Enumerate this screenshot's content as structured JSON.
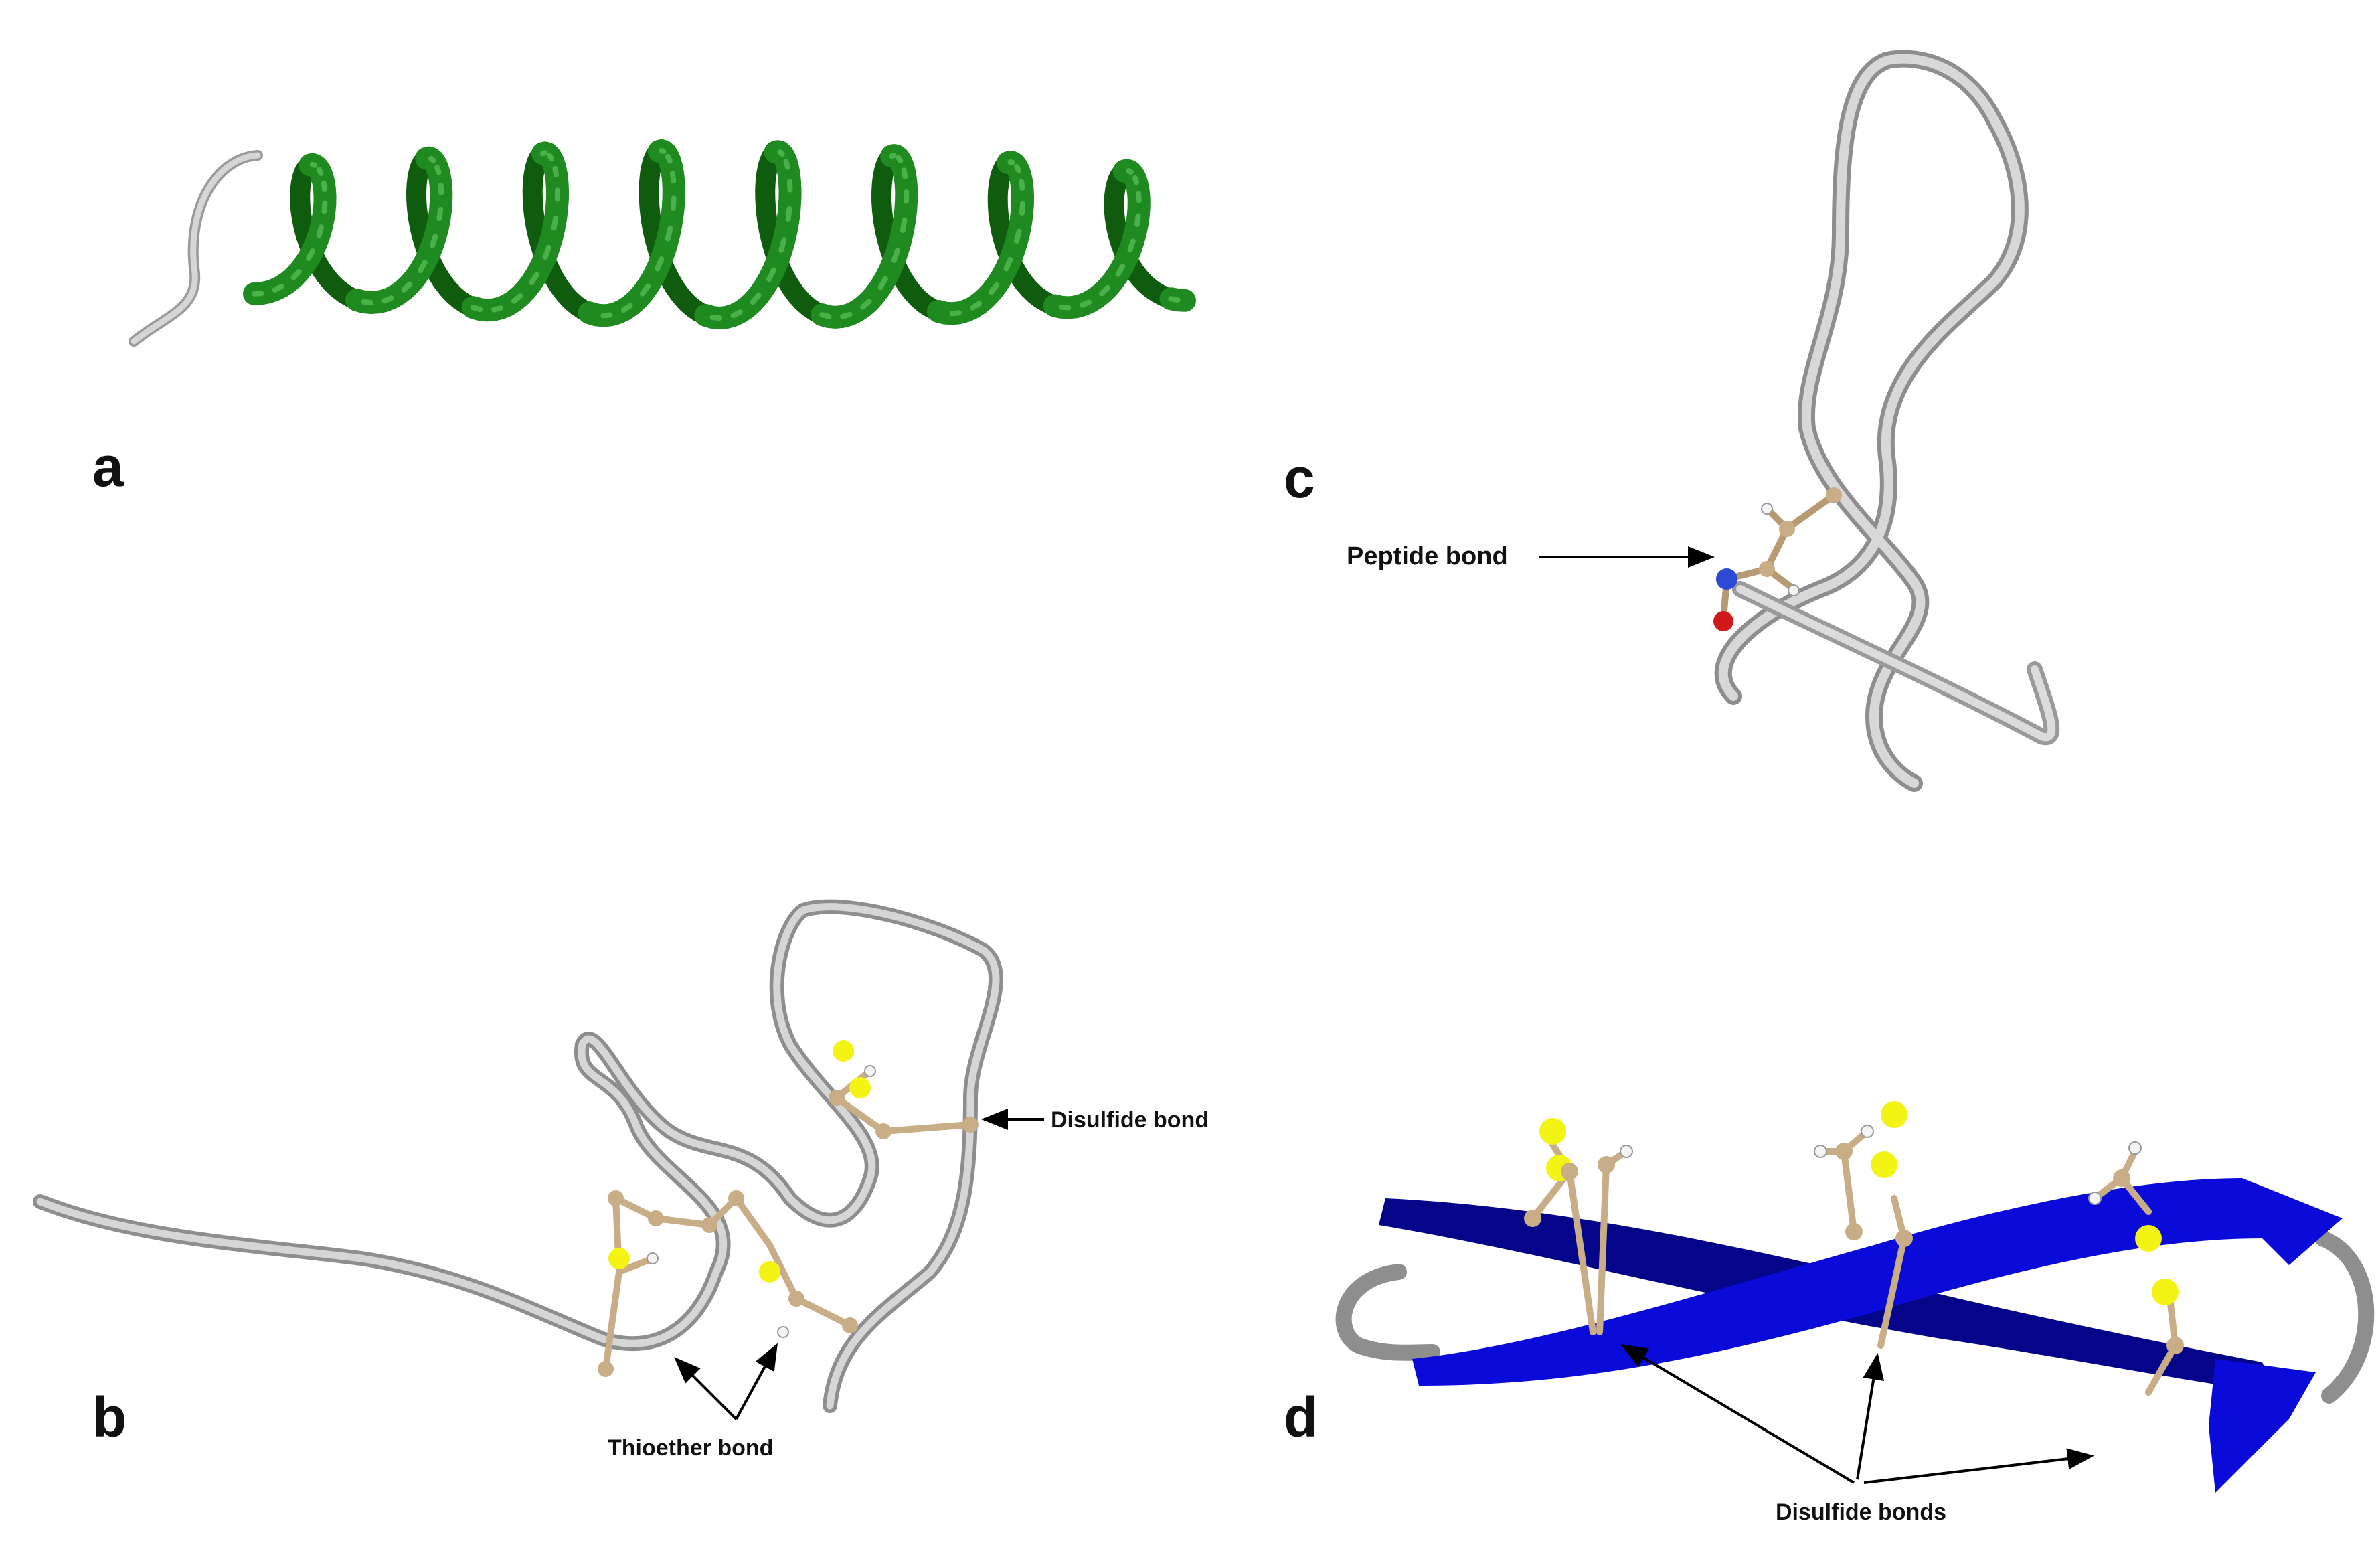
{
  "panels": {
    "a": {
      "label": "a"
    },
    "b": {
      "label": "b",
      "thioether_label": "Thioether bond",
      "disulfide_label": "Disulfide bond"
    },
    "c": {
      "label": "c",
      "peptide_label": "Peptide bond"
    },
    "d": {
      "label": "d",
      "disulfide_label": "Disulfide bonds"
    }
  },
  "colors": {
    "helix": "#1f8a1f",
    "helix_shade": "#0f5c0f",
    "coil": "#c4c4c4",
    "coil_shade": "#8e8e8e",
    "sheet": "#0b0bd9",
    "sheet_shade": "#05058a",
    "sulfur": "#f3f314",
    "carbon": "#c8ad86",
    "hydrogen": "#f4f4f4",
    "nitrogen": "#2c4ad6",
    "oxygen": "#d01a1a",
    "arrow": "#000000"
  }
}
